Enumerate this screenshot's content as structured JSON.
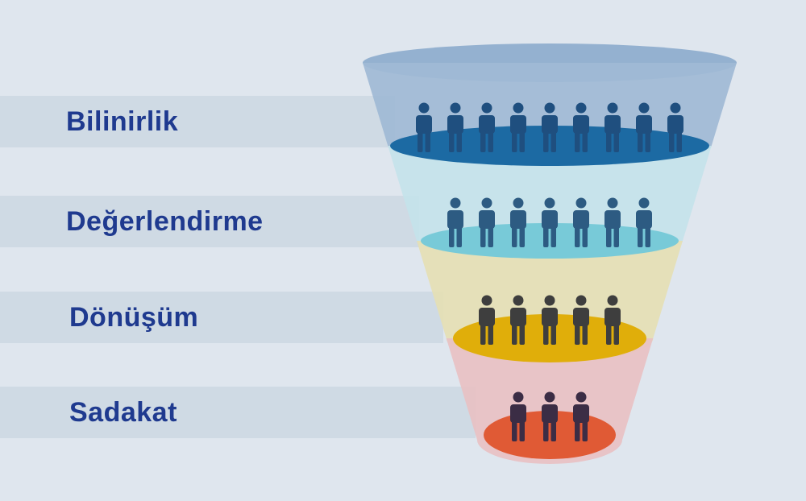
{
  "stages": [
    {
      "label": "Bilinirlik",
      "people": 9,
      "band_color": "#9fbad5",
      "disc_color": "#1c6aa3",
      "person_color": "#1f4f7f"
    },
    {
      "label": "Değerlendirme",
      "people": 7,
      "band_color": "#c4e3ea",
      "disc_color": "#78cad8",
      "person_color": "#2d5b82"
    },
    {
      "label": "Dönüşüm",
      "people": 5,
      "band_color": "#e5e0b4",
      "disc_color": "#e0ae0a",
      "person_color": "#3e3e3e"
    },
    {
      "label": "Sadakat",
      "people": 3,
      "band_color": "#e8c1c3",
      "disc_color": "#e05a35",
      "person_color": "#3b2d45"
    }
  ],
  "top_rim_color": "#94b1d0",
  "background": "#dfe6ee",
  "label_color": "#1f3a8f"
}
